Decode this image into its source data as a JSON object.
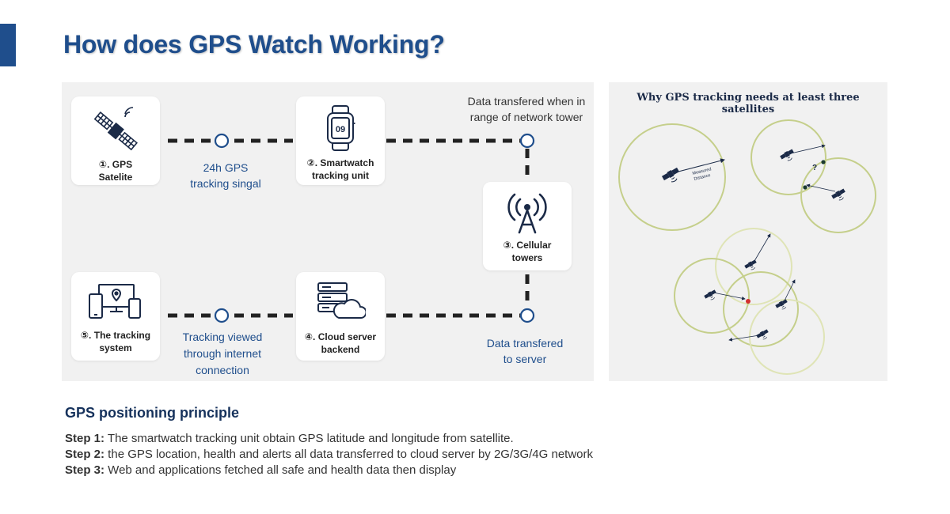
{
  "title": "How does GPS Watch Working?",
  "nodes": [
    {
      "id": "satellite",
      "number": "①.",
      "text": "GPS",
      "text2": "Satelite"
    },
    {
      "id": "smartwatch",
      "number": "②.",
      "text": "Smartwatch",
      "text2": "tracking unit",
      "screen": "09"
    },
    {
      "id": "tower",
      "number": "③.",
      "text": "Cellular",
      "text2": "towers"
    },
    {
      "id": "cloud",
      "number": "④.",
      "text": "Cloud server",
      "text2": "backend"
    },
    {
      "id": "tracking",
      "number": "⑤.",
      "text": "The tracking",
      "text2": "system"
    }
  ],
  "edges": [
    {
      "from": "satellite",
      "to": "smartwatch",
      "lines": [
        "24h GPS",
        "tracking singal"
      ]
    },
    {
      "from": "smartwatch",
      "to": "tower",
      "lines": [
        "Data transfered when in",
        "range of network tower"
      ]
    },
    {
      "from": "tower",
      "to": "cloud",
      "lines": [
        "Data transfered",
        "to server"
      ]
    },
    {
      "from": "cloud",
      "to": "tracking",
      "lines": [
        "Tracking viewed",
        "through internet",
        "connection"
      ]
    }
  ],
  "trilateration": {
    "title": "Why GPS tracking needs at least three satellites",
    "measured_label_1": "Measured",
    "measured_label_2": "Distance",
    "unknown_mark": "?"
  },
  "principle": {
    "title": "GPS positioning principle",
    "steps": [
      {
        "label": "Step 1:",
        "text": " The smartwatch tracking unit obtain GPS latitude and longitude from satellite."
      },
      {
        "label": "Step 2:",
        "text": " the GPS location, health and alerts all data transferred to cloud server by 2G/3G/4G network"
      },
      {
        "label": "Step 3:",
        "text": " Web and applications fetched all safe and health data then display"
      }
    ]
  },
  "colors": {
    "title_blue": "#1f4e8c",
    "icon_navy": "#1b2a47",
    "circle_green": "#c5cf8b",
    "connector": "#222222",
    "intersection_red": "#d32f2f"
  }
}
